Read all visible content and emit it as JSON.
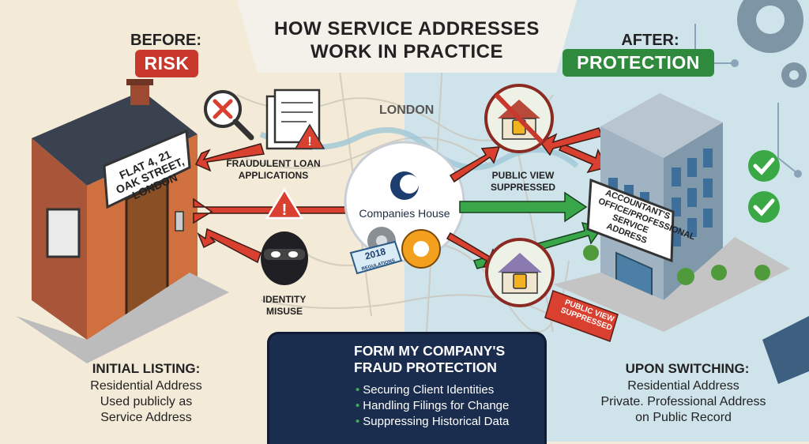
{
  "title": "HOW SERVICE ADDRESSES WORK IN PRACTICE",
  "before": {
    "heading": "BEFORE:",
    "badge": "RISK",
    "sign": "FLAT 4, 21 OAK STREET, LONDON",
    "threat_fraud": "FRAUDULENT LOAN APPLICATIONS",
    "threat_identity": "IDENTITY MISUSE",
    "bottom_title": "INITIAL LISTING:",
    "bottom_lines": [
      "Residential Address",
      "Used publicly as",
      "Service Address"
    ]
  },
  "after": {
    "heading": "AFTER:",
    "badge": "PROTECTION",
    "sign": "ACCOUNTANT'S OFFICE/PROFESSIONAL SERVICE ADDRESS",
    "suppressed_top": "PUBLIC VIEW SUPPRESSED",
    "suppressed_bottom": "PUBLIC VIEW SUPPRESSED",
    "bottom_title": "UPON SWITCHING:",
    "bottom_lines": [
      "Residential Address",
      "Private. Professional Address",
      "on Public Record"
    ]
  },
  "map_label": "LONDON",
  "companies_house": "Companies House",
  "tag": {
    "year": "2018",
    "text": "REGULATIONS"
  },
  "panel": {
    "title": "FORM MY COMPANY'S FRAUD PROTECTION",
    "items": [
      "Securing Client Identities",
      "Handling Filings for Change",
      "Suppressing Historical Data"
    ]
  },
  "colors": {
    "risk": "#c8382c",
    "protection": "#2f8a3e",
    "arrow_red": "#d9402f",
    "arrow_green": "#3aa64a",
    "navy": "#1b2d4e",
    "brick": "#d0703e"
  }
}
